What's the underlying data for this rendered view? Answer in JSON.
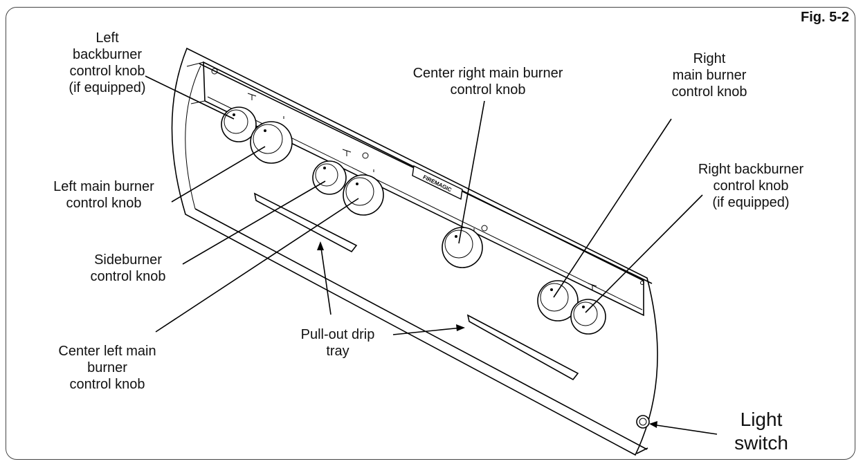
{
  "figure_label": "Fig. 5-2",
  "brand_plate": "FIREMAGIC",
  "callouts": {
    "left_backburner": [
      "Left",
      "backburner",
      "control knob",
      "(if equipped)"
    ],
    "left_main": [
      "Left main burner",
      "control knob"
    ],
    "sideburner": [
      "Sideburner",
      "control knob"
    ],
    "center_left": [
      "Center left main",
      "burner",
      "control knob"
    ],
    "center_right": [
      "Center right main burner",
      "control knob"
    ],
    "right_main": [
      "Right",
      "main burner",
      "control knob"
    ],
    "right_backburner": [
      "Right backburner",
      "control knob",
      "(if equipped)"
    ],
    "drip_tray": [
      "Pull-out drip",
      "tray"
    ],
    "light_switch": [
      "Light",
      "switch"
    ]
  }
}
